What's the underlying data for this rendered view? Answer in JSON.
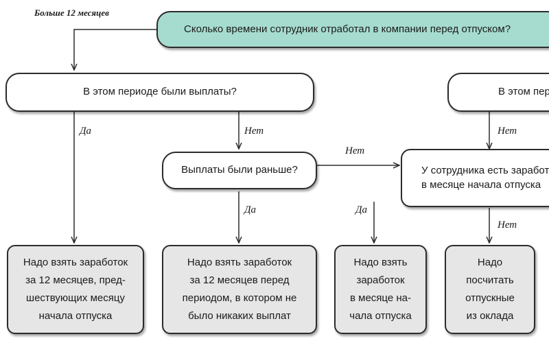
{
  "labels": {
    "more_than_12": "Больше 12 месяцев",
    "yes_1": "Да",
    "no_1": "Нет",
    "no_2": "Нет",
    "yes_2": "Да",
    "yes_3": "Да",
    "no_3": "Нет",
    "no_4": "Нет"
  },
  "questions": {
    "top": "Сколько времени сотрудник отработал в компании перед отпуском?",
    "payments_in_period": "В этом периоде были выплаты?",
    "payments_earlier": "Выплаты были раньше?",
    "payments_in_period_right": "В этом перио",
    "earnings_in_month": "У сотрудника есть заработо\nв месяце начала отпуска"
  },
  "results": {
    "r1": "Надо взять заработок\nза 12 месяцев, пред-\nшествующих месяцу\nначала отпуска",
    "r2": "Надо взять заработок\nза 12 месяцев перед\nпериодом, в котором не\nбыло никаких выплат",
    "r3": "Надо взять\nзаработок\nв месяце на-\nчала отпуска",
    "r4": "Надо\nпосчитать\nотпускные\nиз оклада"
  },
  "colors": {
    "top_box": "#a6dccf",
    "result_box": "#e6e6e6",
    "line": "#2b2b2b"
  }
}
